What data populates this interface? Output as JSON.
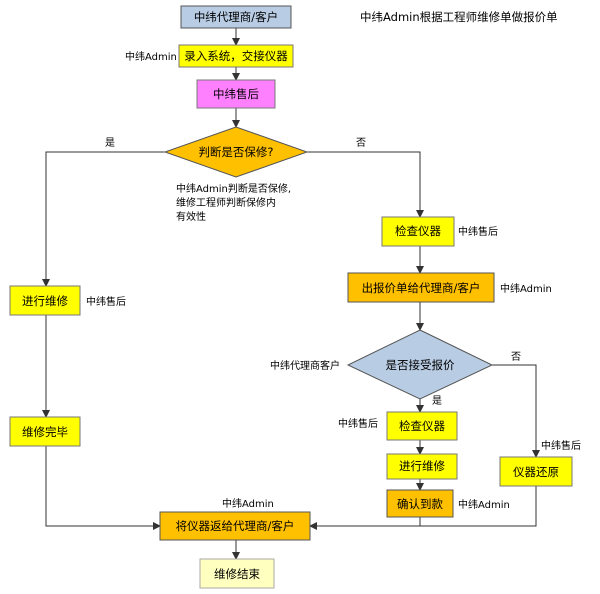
{
  "title": "中纬Admin根据工程师维修单做报价单",
  "nodes": {
    "start": "中纬代理商/客户",
    "enter_system": "录入系统，交接仪器",
    "after_sales": "中纬售后",
    "decision_warranty": "判断是否保修?",
    "check_instrument_1": "检查仪器",
    "quote": "出报价单给代理商/客户",
    "decision_accept": "是否接受报价",
    "repair_left": "进行维修",
    "repair_done": "维修完毕",
    "check_instrument_2": "检查仪器",
    "repair_right": "进行维修",
    "confirm_payment": "确认到款",
    "restore": "仪器还原",
    "return": "将仪器返给代理商/客户",
    "end": "维修结束"
  },
  "labels": {
    "admin_enter": "中纬Admin",
    "yes_left": "是",
    "no_right": "否",
    "note_line1": "中纬Admin判断是否保修,",
    "note_line2": "维修工程师判断保修内",
    "note_line3": "有效性",
    "sales_check1": "中纬售后",
    "admin_quote": "中纬Admin",
    "sales_repair_left": "中纬售后",
    "agent_customer": "中纬代理商客户",
    "no_accept": "否",
    "yes_accept": "是",
    "sales_check2": "中纬售后",
    "sales_restore": "中纬售后",
    "admin_confirm": "中纬Admin",
    "admin_return": "中纬Admin"
  },
  "colors": {
    "start": "#b8cce4",
    "yellow": "#ffff00",
    "pink": "#ff80ff",
    "orange": "#ffc000",
    "decision_blue": "#b8cce4",
    "end": "#ffffc0"
  }
}
